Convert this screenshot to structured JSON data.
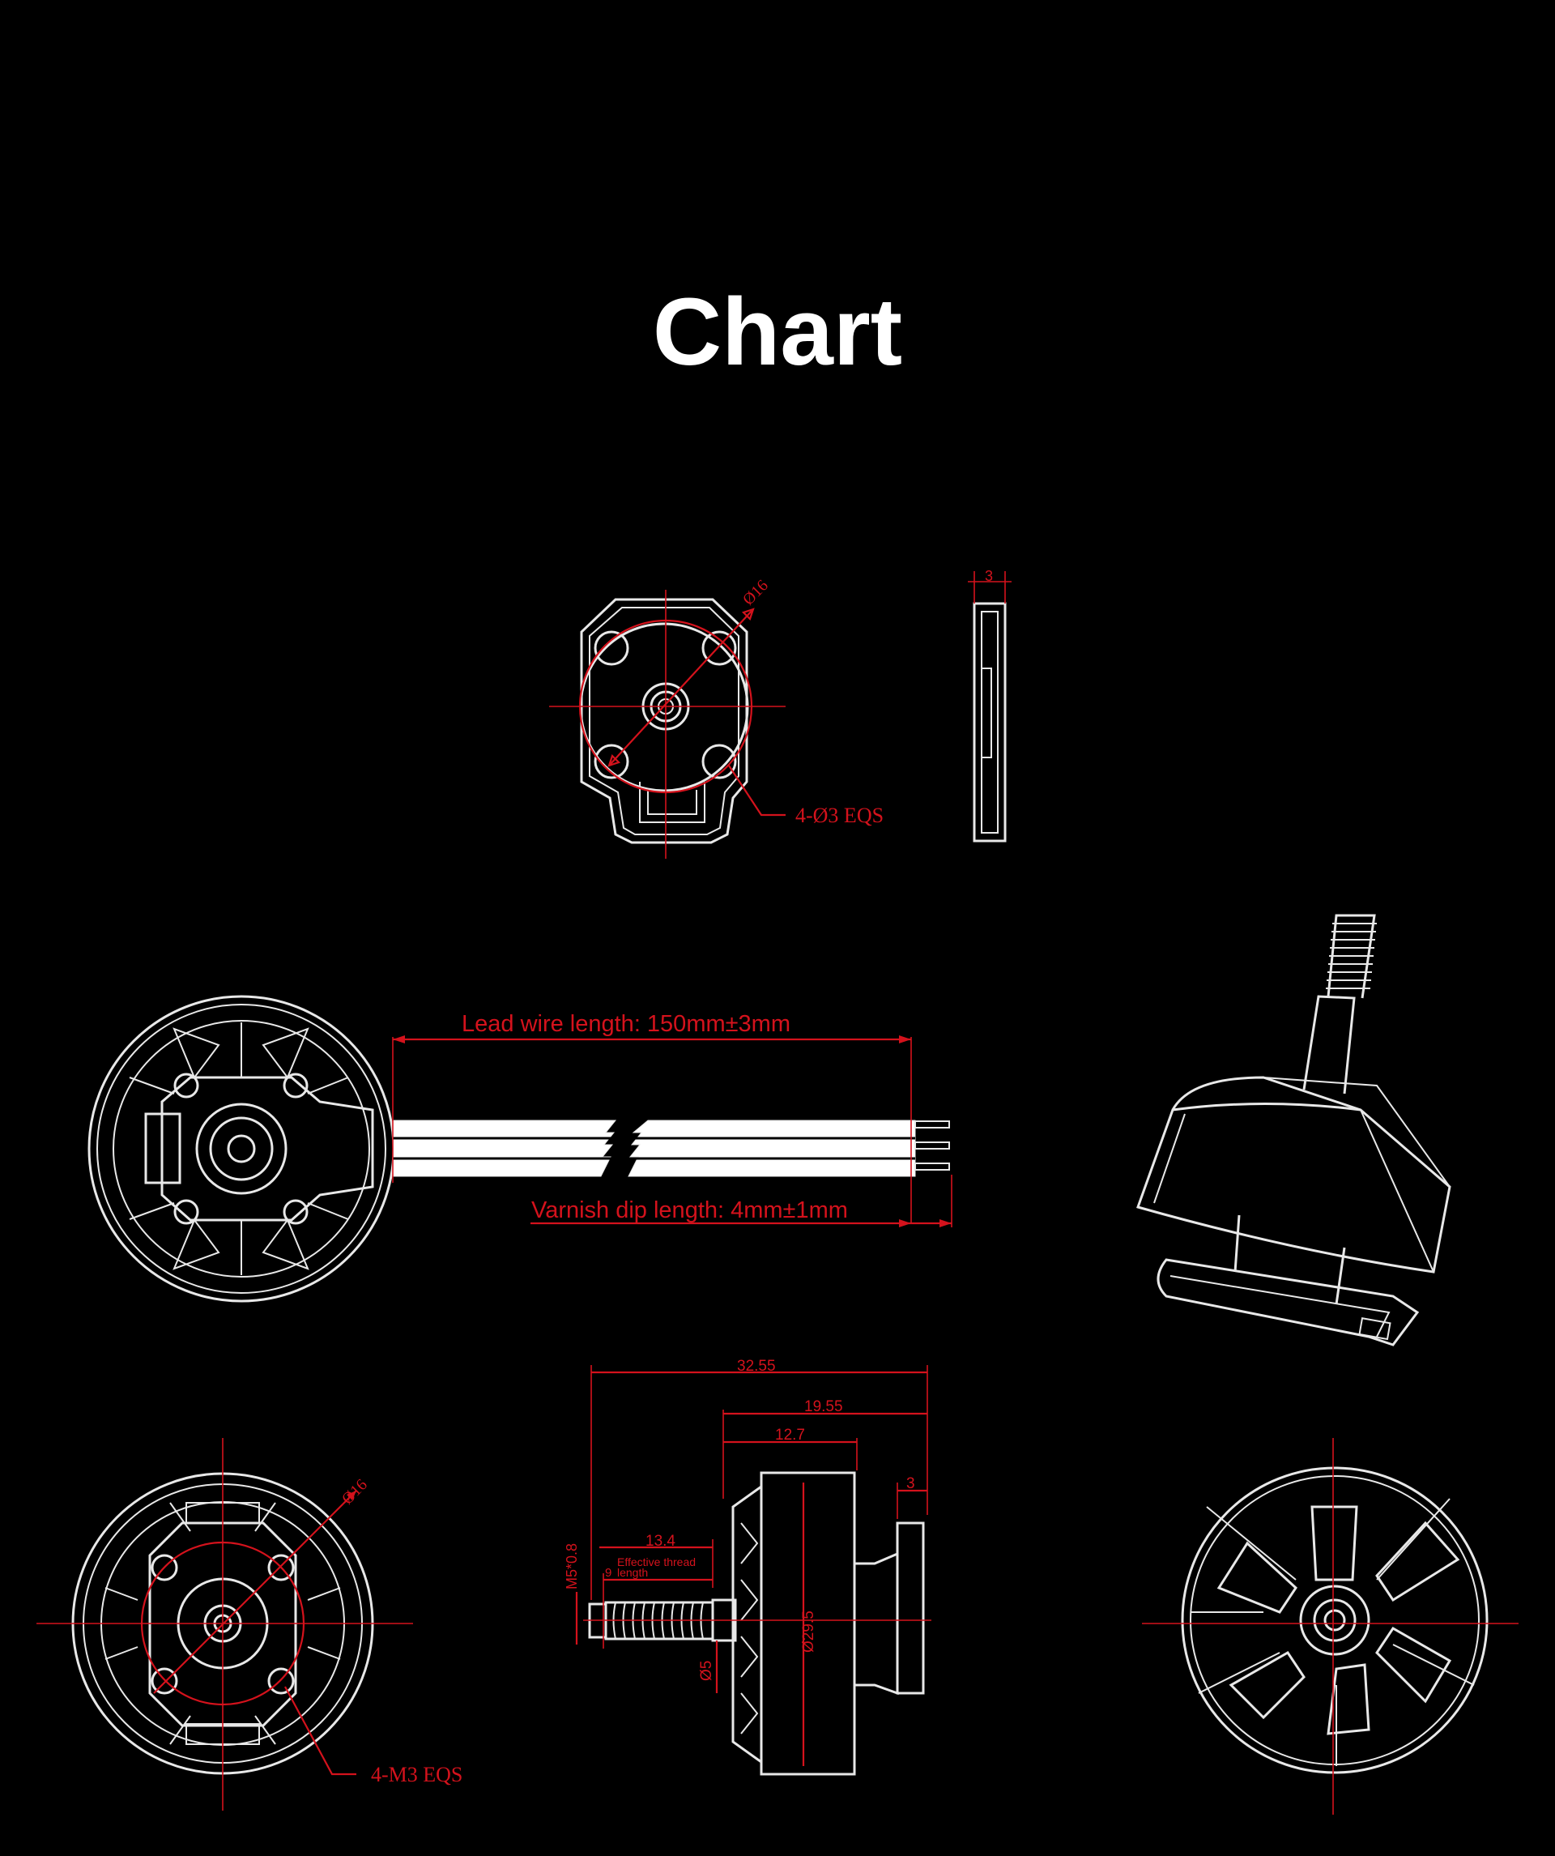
{
  "page": {
    "title": "Chart"
  },
  "colors": {
    "background": "#000000",
    "line": "#e8e8e8",
    "dimension": "#d4121c",
    "title": "#ffffff"
  },
  "mount_plate": {
    "front_dia": "Ø16",
    "hole_callout": "4-Ø3 EQS",
    "side_thickness": "3"
  },
  "wire_view": {
    "lead_wire": "Lead wire length: 150mm±3mm",
    "varnish_dip": "Varnish dip length: 4mm±1mm"
  },
  "side_view": {
    "overall_length": "32.55",
    "body_length": "19.55",
    "bell_length": "12.7",
    "base_thickness": "3",
    "thread_len": "13.4",
    "thread_spec": "M5*0.8",
    "effective_thread": "Effective thread",
    "thread_9": "9",
    "thread_length_word": "length",
    "shaft_dia": "Ø5",
    "body_dia": "Ø29.5"
  },
  "bottom_view": {
    "circle_dia": "Ø16",
    "hole_callout": "4-M3 EQS"
  }
}
